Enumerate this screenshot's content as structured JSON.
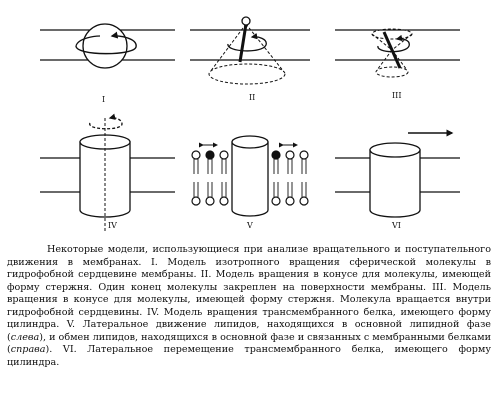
{
  "panels": [
    {
      "label": "I"
    },
    {
      "label": "II"
    },
    {
      "label": "III"
    },
    {
      "label": "IV"
    },
    {
      "label": "V"
    },
    {
      "label": "VI"
    }
  ],
  "caption": {
    "part1": "Некоторые модели, использующиеся при анализе вращательного и поступательного движения в мембранах. I. Модель изотропного вращения сферической молекулы в гидрофобной сердцевине мембраны. II. Модель вращения в конусе для молекулы, имеющей форму стержня. Один конец молекулы закреплен на поверхности мембраны. III. Модель вращения в конусе для молекулы, имеющей форму стержня. Молекула вращается внутри гидрофобной сердцевины. IV. Модель вращения трансмембранного белка, имеющего форму цилиндра. V. Латеральное движение липидов, находящихся в основной липидной фазе (",
    "left": "слева",
    "part2": "), и обмен липидов, находящихся в основной фазе и связанных с мембранными белками (",
    "right": "справа",
    "part3": "). VI. Латеральное перемещение трансмембранного белка, имеющего форму цилиндра."
  }
}
